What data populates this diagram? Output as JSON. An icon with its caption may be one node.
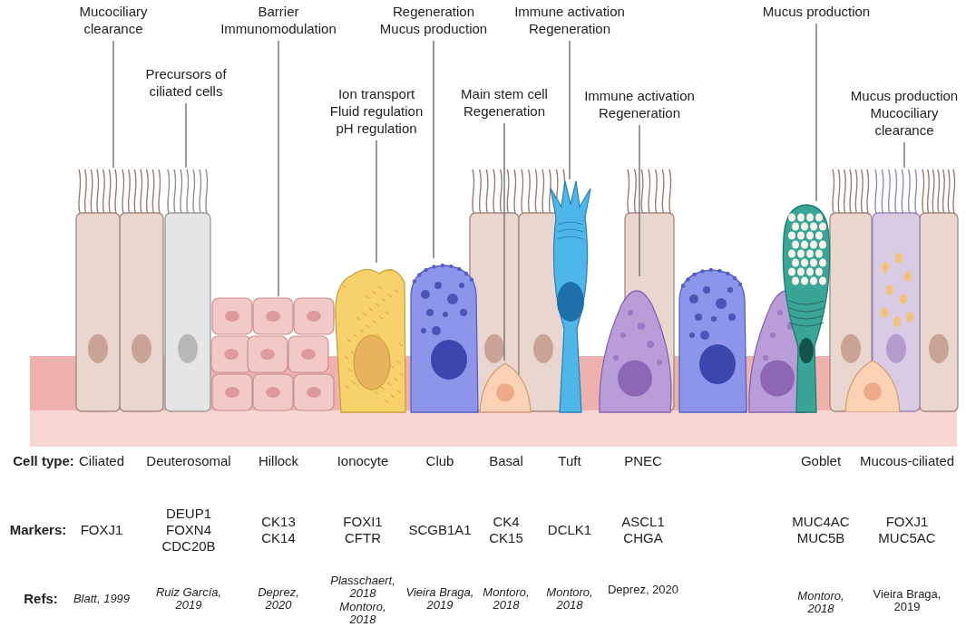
{
  "diagram": {
    "nodes": [
      {
        "text": [
          "Mucociliary clearance"
        ]
      },
      {
        "text": [
          "Precursors of ciliated cells"
        ]
      },
      {
        "text": [
          "Barrier Immunomodulation"
        ]
      },
      {
        "text": [
          "Ion transport Fluid regulation pH regulation"
        ]
      },
      {
        "text": [
          "Regeneration Mucus production"
        ]
      },
      {
        "text": [
          "Main stem cell Regeneration"
        ]
      },
      {
        "text": [
          "Immune activation Regeneration"
        ]
      },
      {
        "text": [
          "Immune activation Regeneration"
        ]
      },
      {
        "text": [
          "Mucus production"
        ]
      },
      {
        "text": [
          "Mucus production Mucociliary clearance"
        ]
      },
      {
        "text": [],
        "shape": "picture"
      },
      {
        "text": [],
        "shape": "picture"
      },
      {
        "text": [],
        "shape": "picture"
      },
      {
        "text": [],
        "shape": "picture"
      },
      {
        "text": [],
        "shape": "picture"
      },
      {
        "text": [],
        "shape": "picture"
      },
      {
        "text": [],
        "shape": "picture"
      },
      {
        "text": [],
        "shape": "picture"
      },
      {
        "text": [],
        "shape": "picture"
      },
      {
        "text": [],
        "shape": "picture"
      }
    ],
    "edges": [
      {
        "from": 0,
        "to": 10,
        "arrow": "none"
      },
      {
        "from": 1,
        "to": 11,
        "arrow": "none"
      },
      {
        "from": 2,
        "to": 12,
        "arrow": "none"
      },
      {
        "from": 3,
        "to": 13,
        "arrow": "none"
      },
      {
        "from": 4,
        "to": 14,
        "arrow": "none"
      },
      {
        "from": 5,
        "to": 15,
        "arrow": "none"
      },
      {
        "from": 6,
        "to": 16,
        "arrow": "none"
      },
      {
        "from": 7,
        "to": 17,
        "arrow": "none"
      },
      {
        "from": 8,
        "to": 18,
        "arrow": "none"
      },
      {
        "from": 9,
        "to": 19,
        "arrow": "none"
      }
    ],
    "labels": [
      "Cell type:",
      "Ciliated",
      "Deuterosomal",
      "Hillock",
      "Ionocyte",
      "Club",
      "Basal",
      "Tuft",
      "PNEC",
      "Goblet",
      "Mucous-ciliated",
      "Markers:",
      "FOXJ1",
      "DEUP1 FOXN4 CDC20B",
      "CK13 CK14",
      "FOXI1 CFTR",
      "SCGB1A1",
      "CK4 CK15",
      "DCLK1",
      "ASCL1 CHGA",
      "MUC4AC MUC5B",
      "FOXJ1 MUC5AC",
      "Refs:",
      "Blatt, 1999",
      "Ruiz García, 2019",
      "Deprez, 2020",
      "Plasschaert, 2018",
      "Montoro, 2018",
      "Vieira Braga, 2019",
      "Montoro, 2018",
      "Montoro, 2018",
      "Deprez, 2020",
      "Montoro, 2018",
      "Vieira Braga, 2019"
    ]
  }
}
